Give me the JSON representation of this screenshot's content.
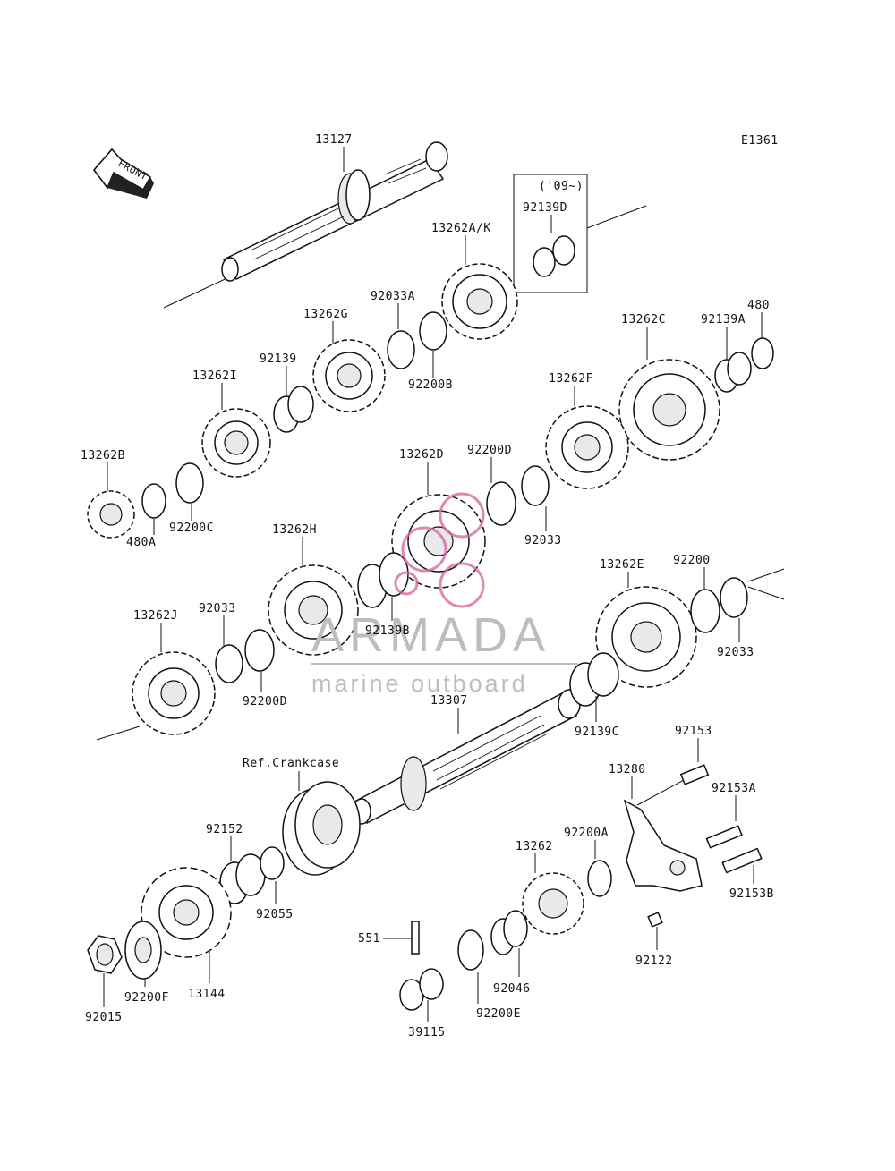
{
  "diagram": {
    "code": "E1361",
    "front_arrow_label": "FRONT",
    "bracket_label_years": "('09~)",
    "bracket_label_part": "92139D",
    "ref_label": "Ref.Crankcase",
    "watermark": {
      "brand": "ARMADA",
      "tagline": "marine outboard",
      "brand_color": "#d86aa0"
    }
  },
  "labels": [
    "13127",
    "13262A/K",
    "92033A",
    "13262G",
    "92200B",
    "480",
    "92139A",
    "13262C",
    "92139",
    "13262I",
    "13262F",
    "13262B",
    "480A",
    "92200C",
    "13262D",
    "92200D",
    "92033",
    "13262H",
    "92139B",
    "13262E",
    "92200",
    "92033",
    "13262J",
    "92033",
    "92200D",
    "92139C",
    "13307",
    "92153",
    "13280",
    "92153A",
    "92152",
    "92200A",
    "13262",
    "92153B",
    "92055",
    "92122",
    "551",
    "92046",
    "92015",
    "92200F",
    "13144",
    "92200E",
    "39115"
  ]
}
